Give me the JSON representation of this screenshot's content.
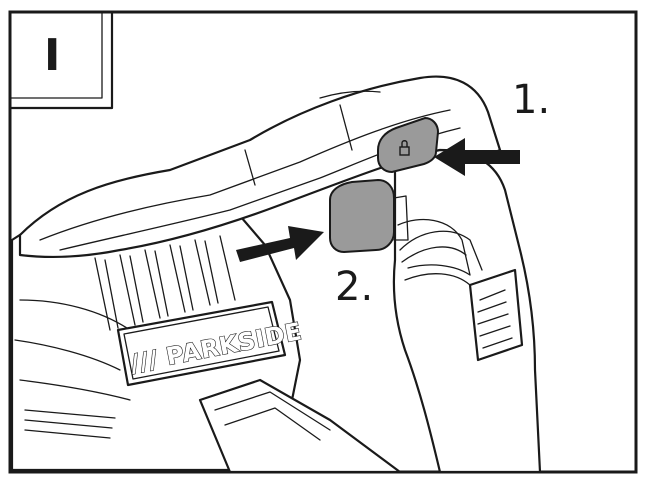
{
  "figure": {
    "panel_label": "I",
    "step_labels": [
      "1.",
      "2."
    ],
    "brand_label": "/// PARKSIDE",
    "button_icon": "padlock-icon",
    "colors": {
      "line": "#1a1a1a",
      "highlight": "#9a9a9a",
      "background": "#ffffff"
    }
  }
}
